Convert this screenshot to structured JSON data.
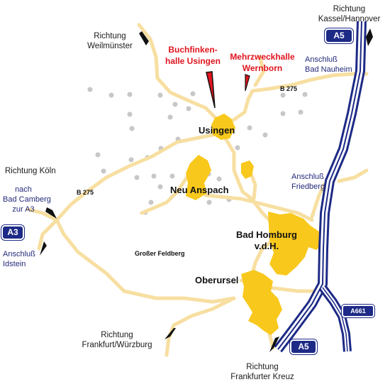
{
  "venues": {
    "buchfinkenhalle": "Buchfinken-\nhalle Usingen",
    "mehrzweckhalle": "Mehrzweckhalle\nWernborn"
  },
  "towns": {
    "usingen": "Usingen",
    "neu_anspach": "Neu Anspach",
    "bad_homburg": "Bad Homburg\nv.d.H.",
    "oberursel": "Oberursel",
    "grosser_feldberg": "Großer Feldberg"
  },
  "directions": {
    "kassel": "Richtung\nKassel/Hannover",
    "weilmuenster": "Richtung\nWeilmünster",
    "koeln": "Richtung Köln",
    "frankfurt_wuerzburg": "Richtung\nFrankfurt/Würzburg",
    "frankfurter_kreuz": "Richtung\nFrankfurter Kreuz"
  },
  "connections": {
    "bad_nauheim": "Anschluß\nBad Nauheim",
    "friedberg": "Anschluß\nFriedberg",
    "bad_camberg": "nach\nBad Camberg\nzur A3",
    "idstein": "Anschluß\nIdstein"
  },
  "roads": {
    "b275_east": "B 275",
    "b275_west": "B 275"
  },
  "shields": {
    "a5_top": "A5",
    "a5_bottom": "A5",
    "a3": "A3",
    "a661": "A661"
  },
  "colors": {
    "road": "#f7dfa1",
    "town_area": "#f8c81c",
    "motorway": "#1d2a86",
    "venue_text": "#e0141e",
    "connection_text": "#232a7a",
    "dot": "#c7c7c7"
  }
}
